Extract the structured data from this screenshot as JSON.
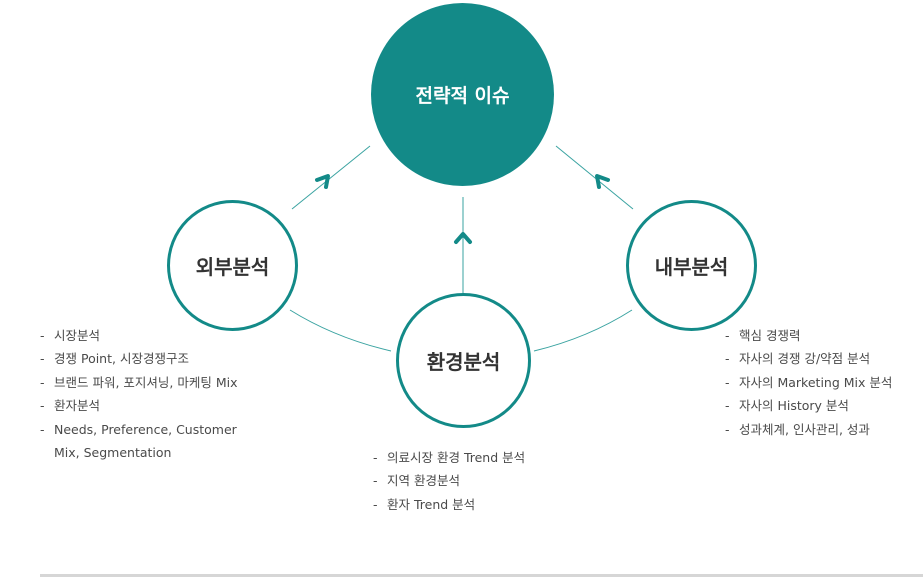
{
  "nodes": {
    "center": "전략적 이슈",
    "external": "외부분석",
    "internal": "내부분석",
    "environment": "환경분석"
  },
  "lists": {
    "external": [
      "시장분석",
      "경쟁 Point, 시장경쟁구조",
      "브랜드 파워, 포지셔닝, 마케팅 Mix",
      "환자분석",
      "Needs, Preference, Customer Mix, Segmentation"
    ],
    "internal": [
      "핵심 경쟁력",
      "자사의 경쟁 강/약점 분석",
      "자사의 Marketing Mix 분석",
      "자사의 History 분석",
      "성과체계, 인사관리, 성과"
    ],
    "environment": [
      "의료시장 환경 Trend 분석",
      "지역 환경분석",
      "환자 Trend 분석"
    ]
  },
  "colors": {
    "accent": "#138a88",
    "line": "#3aa3a1",
    "divider": "#d6d6d6"
  }
}
